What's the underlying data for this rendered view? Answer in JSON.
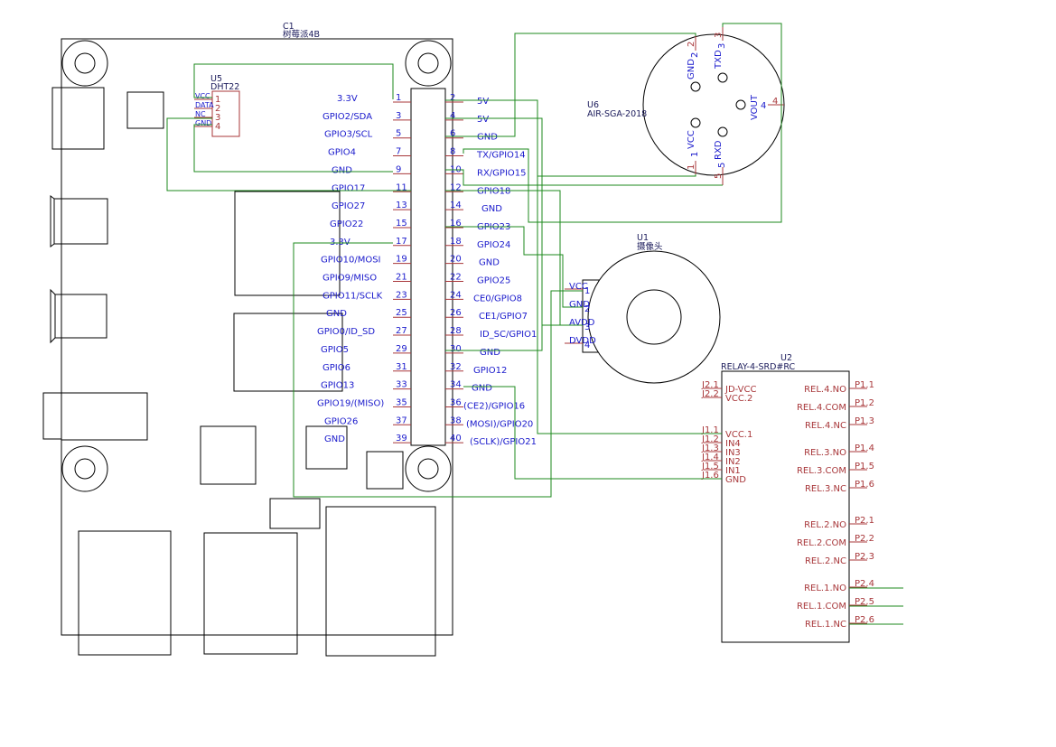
{
  "components": {
    "c1": {
      "ref": "C1",
      "name": "树莓派4B",
      "left_labels": [
        "3.3V",
        "GPIO2/SDA",
        "GPIO3/SCL",
        "GPIO4",
        "GND",
        "GPIO17",
        "GPIO27",
        "GPIO22",
        "3.3V",
        "GPIO10/MOSI",
        "GPIO9/MISO",
        "GPIO11/SCLK",
        "GND",
        "GPIO0/ID_SD",
        "GPIO5",
        "GPIO6",
        "GPIO13",
        "GPIO19/(MISO)",
        "GPIO26",
        "GND"
      ],
      "left_pins": [
        "1",
        "3",
        "5",
        "7",
        "9",
        "11",
        "13",
        "15",
        "17",
        "19",
        "21",
        "23",
        "25",
        "27",
        "29",
        "31",
        "33",
        "35",
        "37",
        "39"
      ],
      "right_pins": [
        "2",
        "4",
        "6",
        "8",
        "10",
        "12",
        "14",
        "16",
        "18",
        "20",
        "22",
        "24",
        "26",
        "28",
        "30",
        "32",
        "34",
        "36",
        "38",
        "40"
      ],
      "right_labels": [
        "5V",
        "5V",
        "GND",
        "TX/GPIO14",
        "RX/GPIO15",
        "GPIO18",
        "GND",
        "GPIO23",
        "GPIO24",
        "GND",
        "GPIO25",
        "CE0/GPIO8",
        "CE1/GPIO7",
        "ID_SC/GPIO1",
        "GND",
        "GPIO12",
        "GND",
        "(CE2)/GPIO16",
        "(MOSI)/GPIO20",
        "(SCLK)/GPIO21"
      ]
    },
    "u5": {
      "ref": "U5",
      "name": "DHT22",
      "pin_labels": [
        "VCC",
        "DATA",
        "NC",
        "GND"
      ],
      "pin_numbers": [
        "1",
        "2",
        "3",
        "4"
      ]
    },
    "u6": {
      "ref": "U6",
      "name": "AIR-SGA-2018",
      "pin_labels": [
        "GND",
        "TXD",
        "VOUT",
        "VCC",
        "RXD"
      ],
      "pin_numbers": [
        "2",
        "2",
        "3",
        "3",
        "4",
        "4",
        "1",
        "1",
        "5",
        "5"
      ]
    },
    "u1": {
      "ref": "U1",
      "name": "摄像头",
      "pin_labels": [
        "VCC",
        "GND",
        "AVDD",
        "DVDD"
      ],
      "pin_numbers": [
        "1",
        "2",
        "3",
        "4"
      ]
    },
    "u2": {
      "ref": "U2",
      "name": "RELAY-4-SRD#RC",
      "left_pin_numbers": [
        "J2.1",
        "J2.2",
        "J1.1",
        "J1.2",
        "J1.3",
        "J1.4",
        "J1.5",
        "J1.6"
      ],
      "left_labels": [
        "JD-VCC",
        "VCC.2",
        "VCC.1",
        "IN4",
        "IN3",
        "IN2",
        "IN1",
        "GND"
      ],
      "right_labels": [
        "REL.4.NO",
        "REL.4.COM",
        "REL.4.NC",
        "REL.3.NO",
        "REL.3.COM",
        "REL.3.NC",
        "REL.2.NO",
        "REL.2.COM",
        "REL.2.NC",
        "REL.1.NO",
        "REL.1.COM",
        "REL.1.NC"
      ],
      "right_pin_numbers": [
        "P1.1",
        "P1.2",
        "P1.3",
        "P1.4",
        "P1.5",
        "P1.6",
        "P2.1",
        "P2.2",
        "P2.3",
        "P2.4",
        "P2.5",
        "P2.6"
      ]
    }
  },
  "colors": {
    "label_blue": "#1a1acc",
    "pin_red": "#a8373a",
    "wire_green": "#1c8a1c",
    "outline": "#000000"
  }
}
